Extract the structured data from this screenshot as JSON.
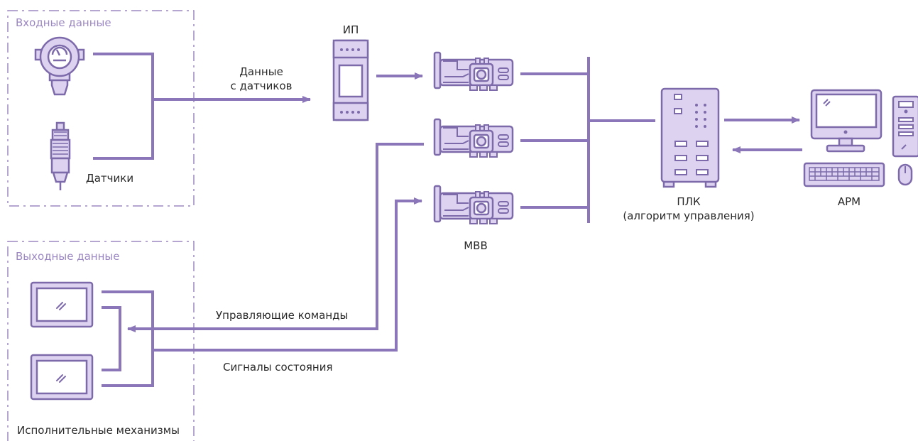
{
  "groups": {
    "input": {
      "title": "Входные данные",
      "caption": "Датчики"
    },
    "output": {
      "title": "Выходные данные",
      "caption": "Исполнительные механизмы"
    }
  },
  "nodes": {
    "power_supply": {
      "label": "ИП",
      "icon": "din-rail-power-supply-icon"
    },
    "io_modules": {
      "label": "МВВ",
      "icon": "io-module-card-icon"
    },
    "plc": {
      "label": "ПЛК",
      "sublabel": "(алгоритм управления)",
      "icon": "plc-cabinet-icon"
    },
    "workstation": {
      "label": "АРМ",
      "icon": "workstation-computer-icon"
    }
  },
  "edges": {
    "sensor_data_line1": "Данные",
    "sensor_data_line2": "с датчиков",
    "control_commands": "Управляющие команды",
    "status_signals": "Сигналы состояния"
  },
  "colors": {
    "line": "#8a76b8",
    "fill": "#ddd2ef",
    "stroke": "#7d6aab",
    "frame": "#9b87c2"
  }
}
